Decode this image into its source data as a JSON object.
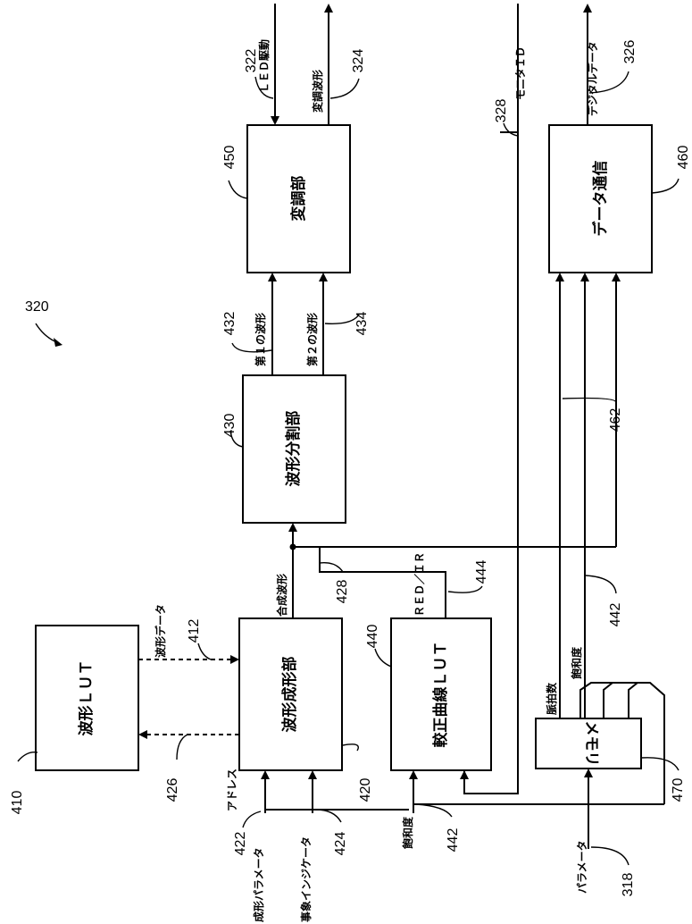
{
  "figure_number": "320",
  "blocks": {
    "waveform_lut": {
      "label": "波形ＬＵＴ",
      "ref": "410"
    },
    "waveform_gen": {
      "label": "波形成形部",
      "ref": "420"
    },
    "correction_lut": {
      "label": "較正曲線ＬＵＴ",
      "ref": "440"
    },
    "waveform_split": {
      "label": "波形分割部",
      "ref": "430"
    },
    "modulator": {
      "label": "変調部",
      "ref": "450"
    },
    "data_comm": {
      "label": "データ通信",
      "ref": "460"
    },
    "memory": {
      "label": "メモリ",
      "ref": "470"
    }
  },
  "signals": {
    "waveform_data": {
      "label": "波形データ",
      "ref": "412"
    },
    "address": {
      "label": "アドレス",
      "ref": "426"
    },
    "waveform_params": {
      "label": "成形パラメータ",
      "ref": "422"
    },
    "event_indicator": {
      "label": "事象インジケータ",
      "ref": "424"
    },
    "combined_waveform": {
      "label": "合成波形",
      "ref": "428"
    },
    "red_ir": {
      "label": "ＲＥＤ／ＩＲ",
      "ref": "444"
    },
    "saturation_in": {
      "label": "飽和度",
      "ref": "442"
    },
    "first_waveform": {
      "label": "第１の波形",
      "ref": "432"
    },
    "second_waveform": {
      "label": "第２の波形",
      "ref": "434"
    },
    "led_drive": {
      "label": "ＬＥＤ駆動",
      "ref": "322"
    },
    "modulated_waveform": {
      "label": "変調波形",
      "ref": "324"
    },
    "monitor_id": {
      "label": "モニタＩＤ",
      "ref": "328"
    },
    "digital_data": {
      "label": "デジタルデータ",
      "ref": "326"
    },
    "pulse_rate": {
      "label": "脈拍数",
      "ref": ""
    },
    "saturation": {
      "label": "飽和度",
      "ref": "442"
    },
    "bus": {
      "label": "",
      "ref": "462"
    },
    "parameters": {
      "label": "パラメータ",
      "ref": "318"
    }
  }
}
